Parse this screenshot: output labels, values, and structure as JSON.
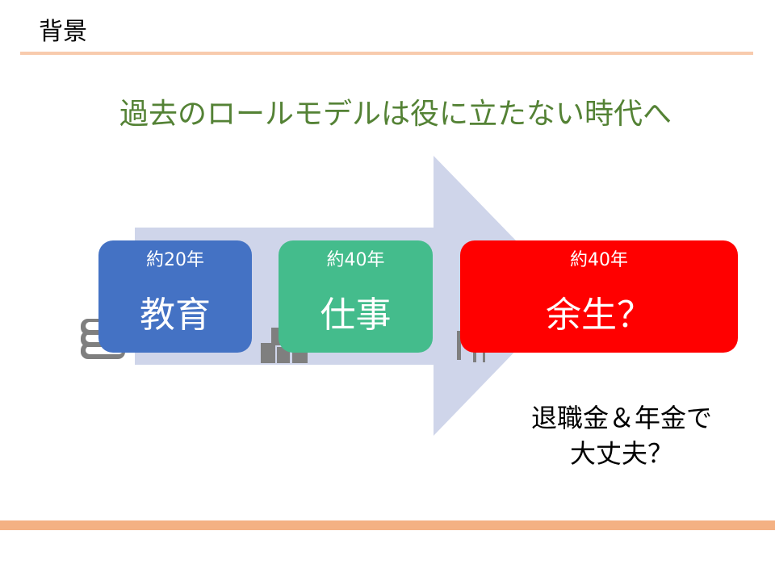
{
  "title": "背景",
  "subtitle": "過去のロールモデルは役に立たない時代へ",
  "stages": [
    {
      "years": "約20年",
      "label": "教育",
      "color": "#4472c4",
      "icon": "books-icon"
    },
    {
      "years": "約40年",
      "label": "仕事",
      "color": "#44bc8c",
      "icon": "buildings-icon"
    },
    {
      "years": "約40年",
      "label": "余生？",
      "color": "#ff0000",
      "icon": "elderly-person-icon"
    }
  ],
  "note": [
    "退職金＆年金で",
    "大丈夫？"
  ]
}
